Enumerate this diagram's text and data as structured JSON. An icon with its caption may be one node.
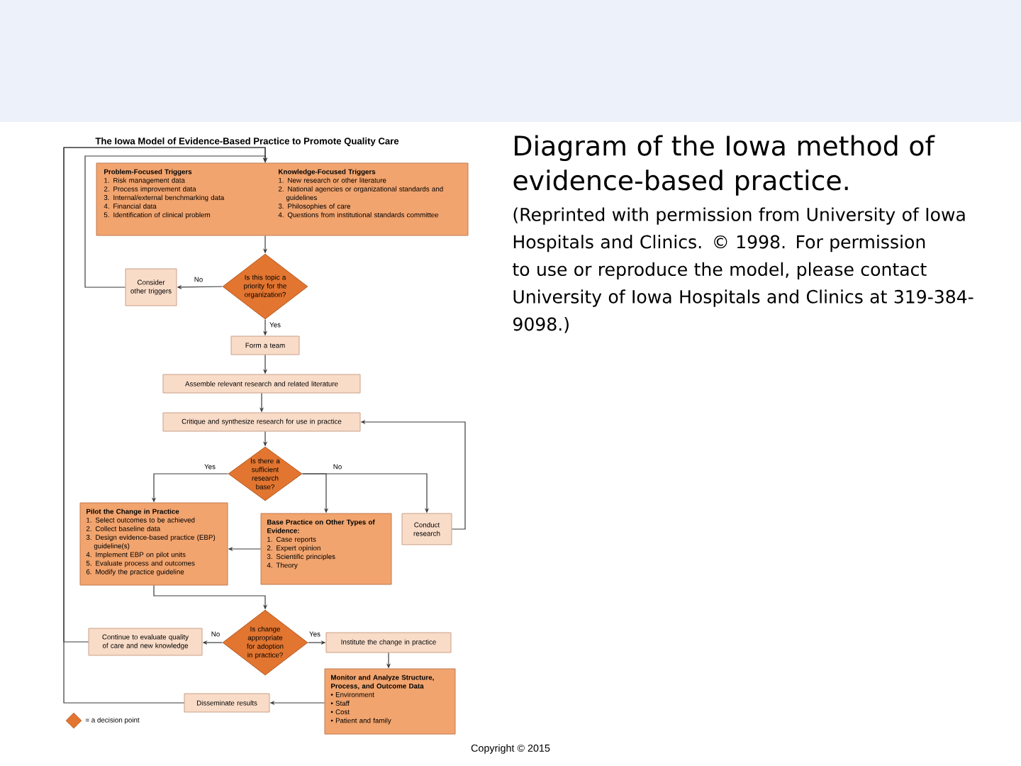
{
  "diagram": {
    "title": "The Iowa Model of Evidence-Based Practice to Promote Quality Care",
    "caption": "Diagram of the Iowa method of evidence-based practice.",
    "nodes": [
      {
        "text": [
          "Problem-Focused Triggers",
          "1. Risk management data",
          "2. Process improvement data",
          "3. Internal/external benchmarking data",
          "4. Financial data",
          "5. Identification of clinical problem",
          "Knowledge-Focused Triggers",
          "1. New research or other literature",
          "2. National agencies or organizational standards and guidelines",
          "3. Philosophies of care",
          "4. Questions from institutional standards committee"
        ]
      },
      {
        "text": [
          "Is this topic a priority for the organization?"
        ]
      },
      {
        "text": [
          "Consider other triggers"
        ]
      },
      {
        "text": [
          "Form a team"
        ]
      },
      {
        "text": [
          "Assemble relevant research and related literature"
        ]
      },
      {
        "text": [
          "Critique and synthesize research for use in practice"
        ]
      },
      {
        "text": [
          "Is there a sufficient research base?"
        ]
      },
      {
        "text": [
          "Pilot the Change in Practice",
          "1. Select outcomes to be achieved",
          "2. Collect baseline data",
          "3. Design evidence-based practice (EBP) guideline(s)",
          "4. Implement EBP on pilot units",
          "5. Evaluate process and outcomes",
          "6. Modify the practice guideline"
        ]
      },
      {
        "text": [
          "Base Practice on Other Types of Evidence:",
          "1. Case reports",
          "2. Expert opinion",
          "3. Scientific principles",
          "4. Theory"
        ]
      },
      {
        "text": [
          "Conduct research"
        ]
      },
      {
        "text": [
          "Is change appropriate for adoption in practice?"
        ]
      },
      {
        "text": [
          "Continue to evaluate quality of care and new knowledge"
        ]
      },
      {
        "text": [
          "Institute the change in practice"
        ]
      },
      {
        "text": [
          "Monitor and Analyze Structure, Process, and Outcome Data",
          "• Environment",
          "• Staff",
          "• Cost",
          "• Patient and family"
        ]
      },
      {
        "text": [
          "Disseminate results"
        ]
      }
    ],
    "edges": [
      {
        "from": 0,
        "to": 1,
        "arrow": "to"
      },
      {
        "from": 1,
        "to": 2,
        "arrow": "to",
        "label": "No"
      },
      {
        "from": 1,
        "to": 3,
        "arrow": "to",
        "label": "Yes"
      },
      {
        "from": 2,
        "to": 0,
        "arrow": "to"
      },
      {
        "from": 3,
        "to": 4,
        "arrow": "to"
      },
      {
        "from": 4,
        "to": 5,
        "arrow": "to"
      },
      {
        "from": 5,
        "to": 6,
        "arrow": "to"
      },
      {
        "from": 6,
        "to": 7,
        "arrow": "to",
        "label": "Yes"
      },
      {
        "from": 6,
        "to": 8,
        "arrow": "to",
        "label": "No"
      },
      {
        "from": 6,
        "to": 9,
        "arrow": "to"
      },
      {
        "from": 9,
        "to": 5,
        "arrow": "to"
      },
      {
        "from": 8,
        "to": 7,
        "arrow": "to"
      },
      {
        "from": 7,
        "to": 10,
        "arrow": "to"
      },
      {
        "from": 10,
        "to": 11,
        "arrow": "to",
        "label": "No"
      },
      {
        "from": 10,
        "to": 12,
        "arrow": "to",
        "label": "Yes"
      },
      {
        "from": 12,
        "to": 13,
        "arrow": "to"
      },
      {
        "from": 13,
        "to": 14,
        "arrow": "to"
      },
      {
        "from": 11,
        "to": 0,
        "arrow": "to"
      },
      {
        "from": 14,
        "to": 0,
        "arrow": "to"
      }
    ],
    "labels": [
      "(Reprinted with permission from University of Iowa Hospitals and Clinics. © 1998. For permission to use or reproduce the model, please contact University of Iowa Hospitals and Clinics at 319-384-9098.)",
      "Copyright © 2015"
    ],
    "legend": [
      {
        "text": "= a decision point"
      }
    ]
  }
}
